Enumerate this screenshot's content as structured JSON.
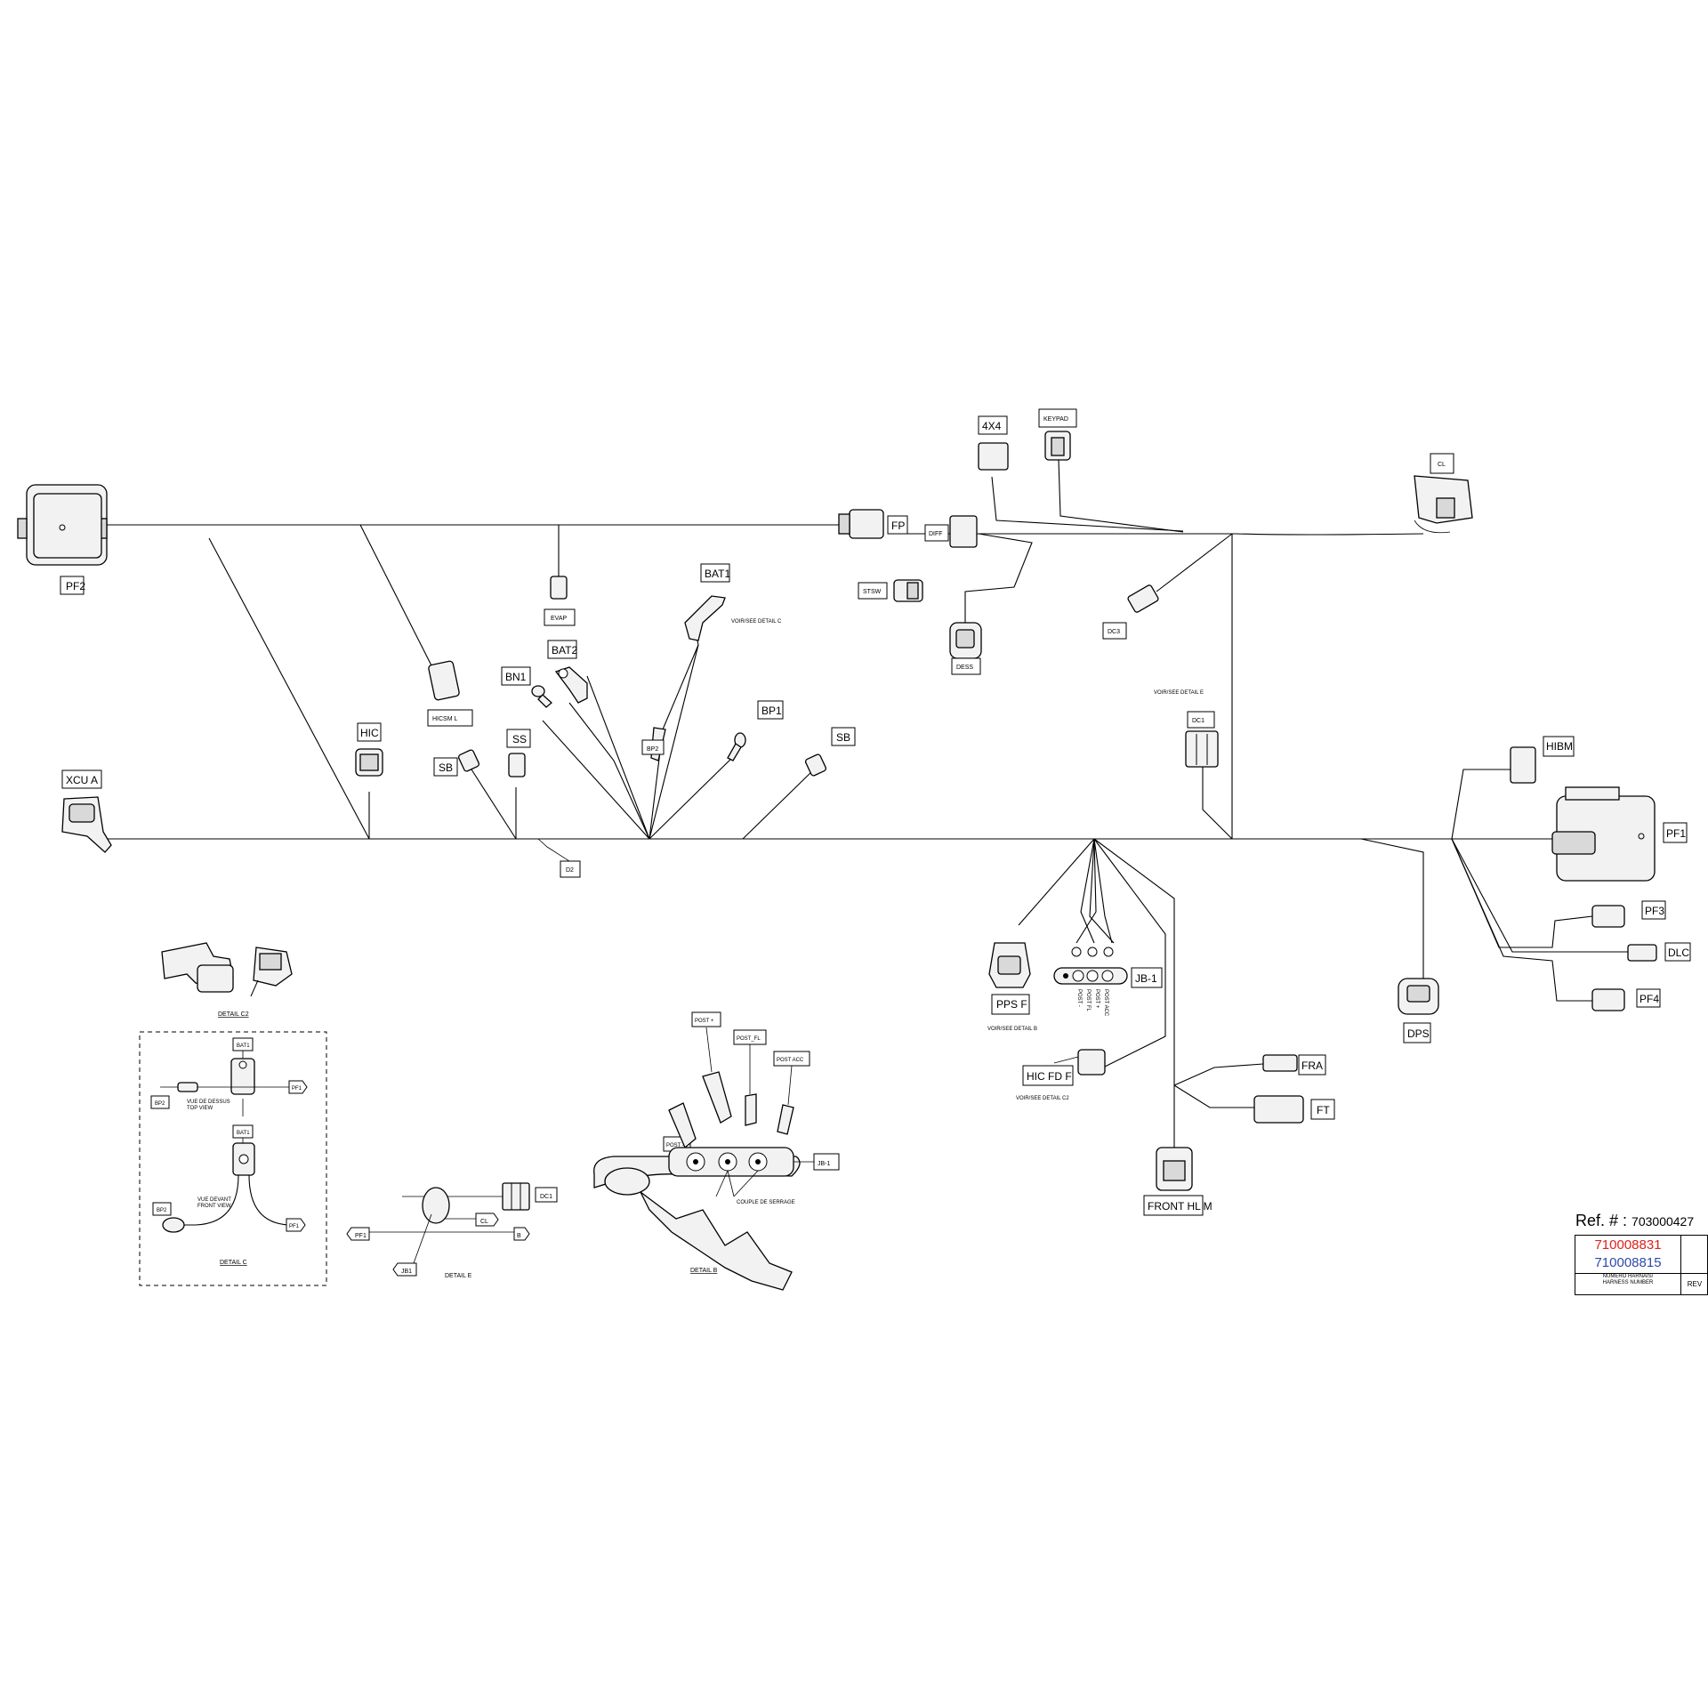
{
  "connectors": {
    "pf2": "PF2",
    "fp": "FP",
    "evap": "EVAP",
    "bat1": "BAT1",
    "bat1_note": "VOIR/SEE DETAIL C",
    "bat2": "BAT2",
    "bn1": "BN1",
    "bp2": "BP2",
    "bp1": "BP1",
    "hicsm_l": "HICSM L",
    "hic": "HIC",
    "ss": "SS",
    "sb_left": "SB",
    "sb_right": "SB",
    "xcu_a": "XCU A",
    "d2": "D2",
    "4x4": "4X4",
    "keypad": "KEYPAD",
    "diff": "DIFF",
    "stsw": "STSW",
    "dess": "DESS",
    "dc3": "DC3",
    "cl": "CL",
    "dc1": "DC1",
    "dc1_note": "VOIR/SEE DETAIL E",
    "hibm": "HIBM",
    "pf1": "PF1",
    "pf3": "PF3",
    "dlc": "DLC",
    "pf4": "PF4",
    "dps": "DPS",
    "pps_f": "PPS F",
    "pps_note": "VOIR/SEE DETAIL B",
    "jb1": "JB-1",
    "jb1_posts": [
      "POST -",
      "POST FL",
      "POST +",
      "POST ACC"
    ],
    "hic_fd_f": "HIC FD F",
    "hic_fd_note": "VOIR/SEE DETAIL C2",
    "fra": "FRA",
    "ft": "FT",
    "front_hl_m": "FRONT HL M"
  },
  "detail_c2": {
    "title": "DETAIL C2"
  },
  "detail_c": {
    "title": "DETAIL C",
    "bat1_top": "BAT1",
    "bat1_front": "BAT1",
    "bp2_top": "BP2",
    "bp2_front": "BP2",
    "pf1_top": "PF1",
    "pf1_front": "PF1",
    "top_view": "VUE DE DESSUS\nTOP VIEW",
    "front_view": "VUE DEVANT\nFRONT VIEW"
  },
  "detail_e": {
    "title": "DETAIL E",
    "dc1": "DC1",
    "cl": "CL",
    "pf1": "PF1",
    "b": "B",
    "jb1": "JB1"
  },
  "detail_b": {
    "title": "DETAIL B",
    "post_minus": "POST -",
    "post_plus": "POST +",
    "post_fl": "POST_FL",
    "post_acc": "POST ACC",
    "jb1": "JB-1",
    "torque": "COUPLE DE SERRAGE"
  },
  "reference": {
    "label": "Ref. # :",
    "ref_number": "703000427",
    "harness_1": "710008831",
    "harness_2": "710008815",
    "harness_caption": "NUMERO HARNAIS/\nHARNESS NUMBER",
    "rev": "REV"
  },
  "colors": {
    "harness_1": "#e0201c",
    "harness_2": "#2d4aa8"
  }
}
